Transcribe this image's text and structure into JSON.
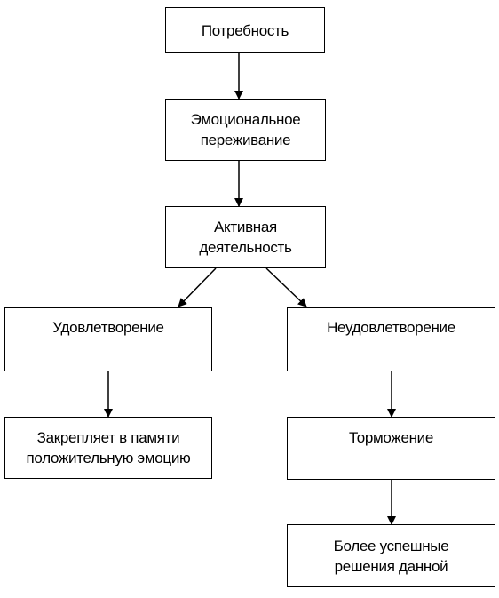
{
  "nodes": {
    "need": "Потребность",
    "emotion": "Эмоциональное\nпереживание",
    "activity": "Активная\nдеятельность",
    "satisfaction": "Удовлетворение",
    "dissatisfaction": "Неудовлетворение",
    "memory": "Закрепляет  в памяти\nположительную эмоцию",
    "inhibition": "Торможение",
    "better": "Более  успешные\nрешения данной"
  },
  "edges": [
    [
      "need",
      "emotion"
    ],
    [
      "emotion",
      "activity"
    ],
    [
      "activity",
      "satisfaction"
    ],
    [
      "activity",
      "dissatisfaction"
    ],
    [
      "satisfaction",
      "memory"
    ],
    [
      "dissatisfaction",
      "inhibition"
    ],
    [
      "inhibition",
      "better"
    ]
  ]
}
